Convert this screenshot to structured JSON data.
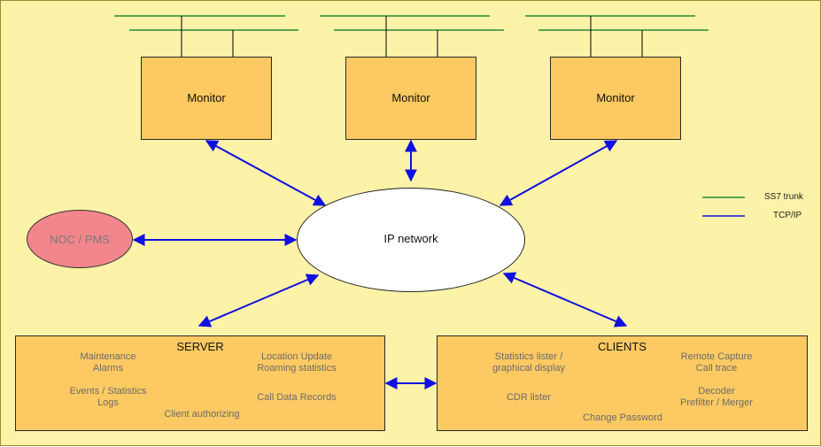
{
  "monitors": [
    {
      "label": "Monitor"
    },
    {
      "label": "Monitor"
    },
    {
      "label": "Monitor"
    }
  ],
  "ip_network": {
    "label": "IP network"
  },
  "noc": {
    "label": "NOC / PMS"
  },
  "server": {
    "title": "SERVER",
    "items": [
      "Maintenance",
      "Alarms",
      "Events / Statistics",
      "Logs",
      "Client authorizing",
      "Location Update",
      "Roaming statistics",
      "Call Data Records"
    ]
  },
  "clients": {
    "title": "CLIENTS",
    "items": [
      "Statistics lister /",
      "graphical display",
      "CDR lister",
      "Change Password",
      "Remote Capture",
      "Call trace",
      "Decoder",
      "Prefilter / Merger"
    ]
  },
  "legend": {
    "ss7": "SS7 trunk",
    "tcpip": "TCP/IP"
  },
  "colors": {
    "background": "#fcf2a8",
    "box_fill": "#fcc962",
    "ss7_line": "#2a8a3a",
    "tcpip_line": "#1010e0",
    "noc_fill": "#f2868c"
  }
}
